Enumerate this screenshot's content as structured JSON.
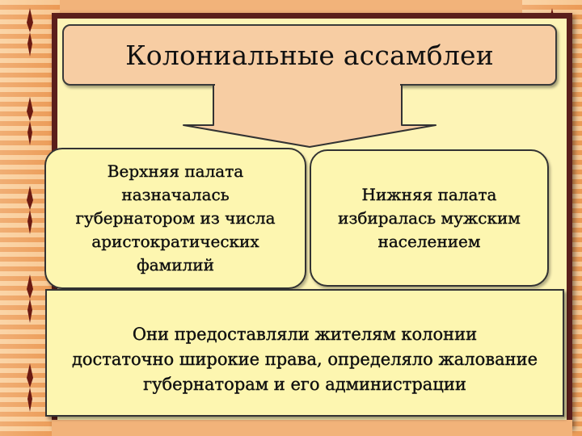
{
  "title": "Колониальные ассамблеи",
  "upper_house": {
    "lines": [
      "Верхняя палата",
      "назначалась",
      "губернатором из числа",
      "аристократических",
      "фамилий"
    ]
  },
  "lower_house": {
    "lines": [
      "Нижняя палата",
      "избиралась мужским",
      "населением"
    ]
  },
  "rights": {
    "lines": [
      "Они предоставляли жителям колонии",
      "достаточно широкие права, определяло жалование",
      "губернаторам и его администрации"
    ]
  },
  "colors": {
    "background": "#f2b37a",
    "panel": "#fdf4b6",
    "panel_border": "#5a1f1b",
    "title_box": "#f7cda3",
    "text_box": "#fdf6b0",
    "ornament": "#6b1a12"
  }
}
